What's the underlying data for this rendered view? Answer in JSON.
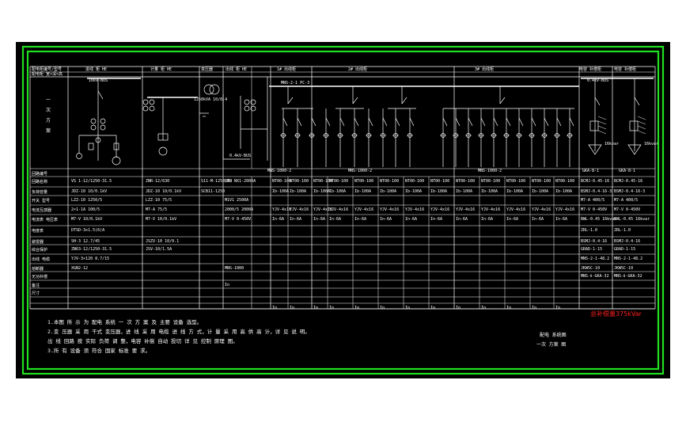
{
  "colors": {
    "background": "#000000",
    "frame": "#20e020",
    "lines": "#ffffff",
    "highlight": "#ff2020"
  },
  "header": {
    "row1": [
      "配电柜编号/型号",
      "进线 柜 HE",
      "计量 柜 HE",
      "变压器",
      "出线 柜 HE",
      "1# 出线柜",
      "2# 出线柜",
      "3# 出线柜",
      "电容 补偿柜",
      "电容 补偿柜"
    ],
    "row2": "配电柜 宽×深×高"
  },
  "scheme": {
    "side_label": [
      "一",
      "次",
      "方",
      "案"
    ],
    "labels": {
      "in_top": "10kV-BUS",
      "transformer": "1250kVA 10/0.4",
      "lv_in": "MNS-2-1 PC-3",
      "lv_bus": "0.4kV-BUS",
      "cap_top": "0.4kV-BUS",
      "cap_qty_a": "16kvar",
      "cap_qty_b": "16kvar"
    }
  },
  "busbars": {
    "b1": "MNS-1000-2",
    "b2": "MNS-1000-2",
    "b3": "MNS-1000-2",
    "c1": "GKA-8-1",
    "c2": "GKA-8-1"
  },
  "rows": [
    "回路编号",
    "回路名称",
    "负荷容量",
    "开关 型号",
    "电流互感器",
    "电流表 电压表",
    "电度表",
    "避雷器",
    "综合保护",
    "出线 电缆",
    "熔断器",
    "无功补偿",
    "备注",
    "尺寸"
  ],
  "cells": {
    "c_a": [
      "VS 1-12/1250-31.5",
      "JDZ-10 10/0.1kV",
      "LZZ-10 1250/5",
      "2×1-1A 100/5",
      "M7-V 10/0.1kV",
      "DTSD-3x1.5(6)A",
      "SH-3 12.7/45",
      "ZN63-12/1250-31.5",
      "YJV-3×120 8.7/15",
      "XGN2-12",
      "",
      ""
    ],
    "c_b": [
      "ZNR-12/630",
      "JDZ-10 10/0.1kV",
      "LZZ-10 75/5",
      "M7-A 75/5",
      "M7-V 10/0.1kV",
      "",
      "JSZV-10 10/0.1",
      "JSV-10/1.5A",
      "",
      "",
      "",
      ""
    ],
    "c_c": [
      "S11-M-1250/10",
      "SCB11-1250",
      "",
      "",
      "",
      "",
      "",
      "",
      "",
      "",
      "",
      ""
    ],
    "c_d": [
      "SMS NX1-2000A",
      "",
      "M1V1 2500A",
      "2000/5 2000A",
      "M7-V 0-450V",
      "",
      "",
      "",
      "",
      "MNS-1000",
      "",
      "Io"
    ],
    "out_rows": [
      "NT00-100",
      "Ib-100A",
      "YJV-4x16",
      "In-6A",
      "Io"
    ],
    "cap_a": [
      "BCMJ-0.45-16",
      "BSMJ-0.4-16-3",
      "M7-A 400/5",
      "M7-V 0-450V",
      "BWL-0.45 16kvar",
      "ZRL-1.0",
      "BSMJ-0.4-16",
      "GRAD-1-15",
      "MNS-2-1-48.2",
      "JKW5C-10",
      "MNS-Ⅱ-GKA-32"
    ],
    "cap_b": [
      "BCMJ-0.45-16",
      "BSMJ-0.4-16-3",
      "M7-A 400/5",
      "M7-V 0-450V",
      "BWL-0.45 16kvar",
      "ZRL-1.0",
      "BSMJ-0.4-16",
      "GRAD-1-15",
      "MNS-2-1-48.2",
      "JKW5C-10",
      "MNS-Ⅱ-GKA-32"
    ]
  },
  "notes": [
    "1.本图 所 示 为 配电 系统 一 次 方 案 及 主要 设备 选型。",
    "2.变 压器 采 用 干式 变压器，进 线 采 用 电缆 进 线 方 式，计 量 采 用 高 供 高 计，详 见 说 明。",
    "  出 线 回路 按 实际 负荷 调 整，电容 补偿 自动 投切 详 见 控制 原理 图。",
    "3.所 有 设备 须 符合 国家 标准 要 求。"
  ],
  "highlight_text": "总补偿量375kVar",
  "title_block": {
    "name": "配电 系统图",
    "subtitle": "一次 方案 图"
  }
}
